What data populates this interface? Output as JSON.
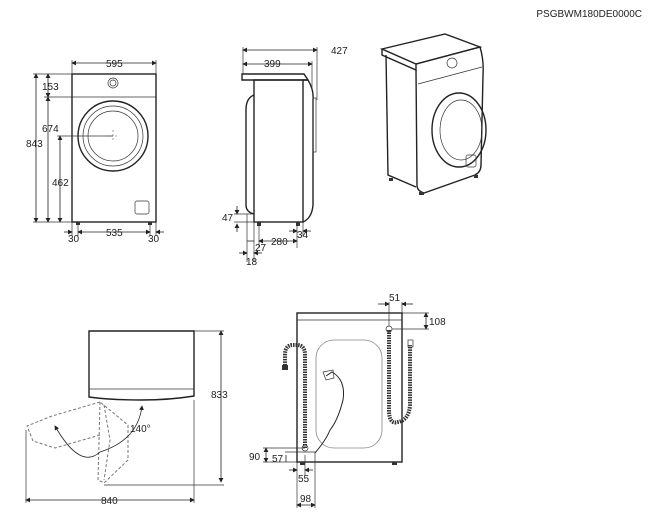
{
  "model_code": "PSGBWM180DE0000C",
  "front_view": {
    "width": "595",
    "panel_height": "153",
    "door_top": "674",
    "total_height": "843",
    "door_center": "462",
    "feet_span": "535",
    "foot_offset_left": "30",
    "foot_offset_right": "30"
  },
  "side_view": {
    "depth_total": "427",
    "depth_body": "399",
    "foot_height": "47",
    "door_overhang": "18",
    "front_foot": "27",
    "feet_depth": "280",
    "rear_foot": "34"
  },
  "top_view": {
    "door_open_depth": "840",
    "height": "833",
    "door_angle": "140°"
  },
  "back_view": {
    "inlet_offset": "51",
    "inlet_height": "108",
    "drain_height": "90",
    "drain_low": "57",
    "drain_offset": "55",
    "drain_width": "98"
  }
}
